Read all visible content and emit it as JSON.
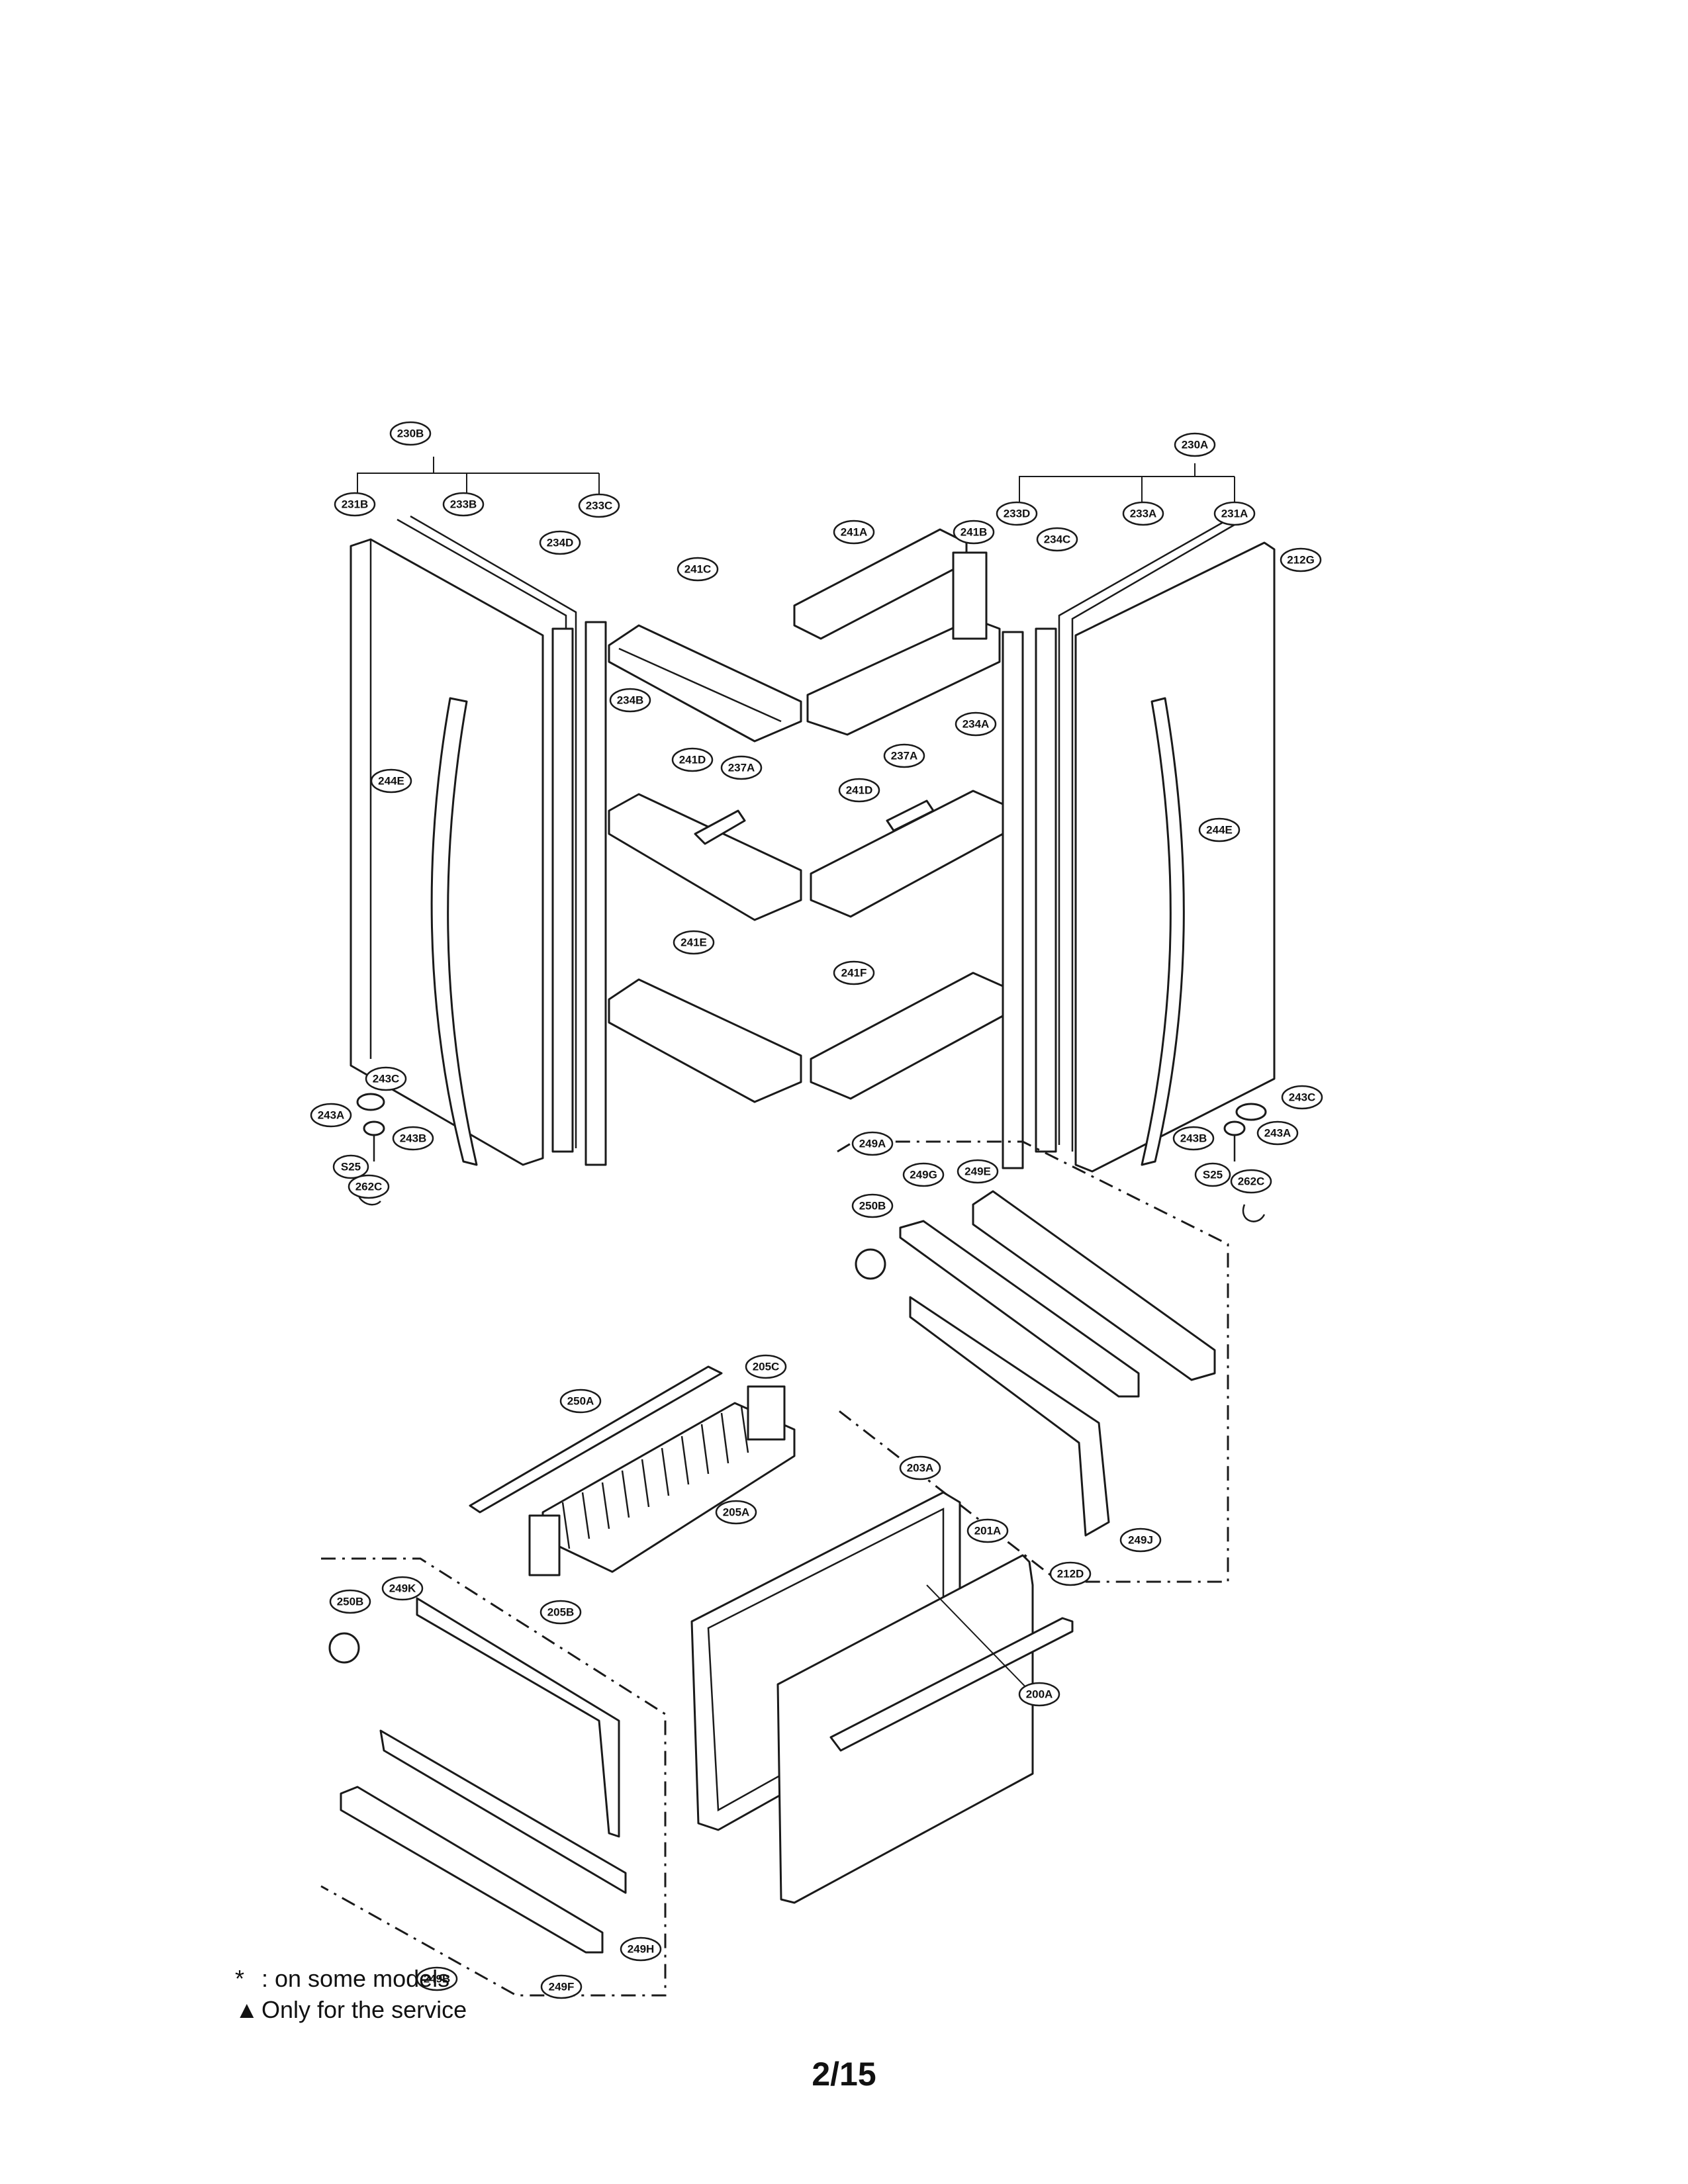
{
  "callouts": [
    "230B",
    "231B",
    "233B",
    "233C",
    "234D",
    "234B",
    "244E",
    "243C",
    "243A",
    "243B",
    "S25",
    "262C",
    "241A",
    "241B",
    "241C",
    "241D",
    "237A",
    "241E",
    "241F",
    "230A",
    "233D",
    "233A",
    "231A",
    "234C",
    "212G",
    "234A",
    "249A",
    "249G",
    "249E",
    "250B",
    "249J",
    "250A",
    "205C",
    "205A",
    "205B",
    "203A",
    "201A",
    "212D",
    "200A",
    "249K",
    "249H",
    "249F",
    "249B"
  ],
  "legend": {
    "some_models_symbol": "*",
    "some_models_text": ": on some models",
    "service_symbol": "▲",
    "service_text": "Only for the service"
  },
  "page_number": "2/15"
}
